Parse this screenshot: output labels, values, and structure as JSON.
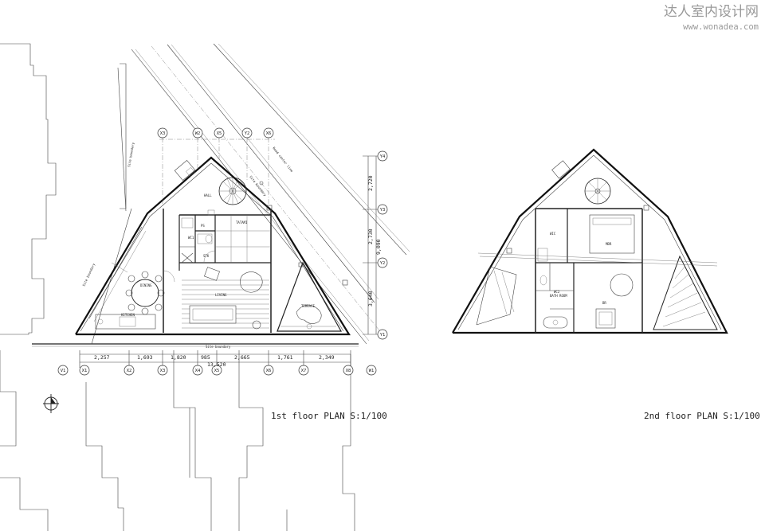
{
  "watermark": {
    "cn": "达人室内设计网",
    "url": "www.wonadea.com"
  },
  "floor1": {
    "title": "1st floor PLAN  S:1/100",
    "grid_x": [
      "X1",
      "X2",
      "X3",
      "X4",
      "X5",
      "X6",
      "X7",
      "X8"
    ],
    "grid_top": [
      "X3",
      "W2",
      "X5",
      "Y2",
      "X6"
    ],
    "grid_y": [
      "Y4",
      "Y3",
      "Y2",
      "Y1"
    ],
    "grid_w": [
      "W1",
      "V1"
    ],
    "dims_h": [
      "2,257",
      "1,693",
      "1,820",
      "985",
      "2,665",
      "1,761",
      "2,349"
    ],
    "dim_total": "13,520",
    "dims_v": [
      "2,720",
      "2,730",
      "3,640"
    ],
    "dim_v_total": "9,090",
    "rooms": {
      "hall": "HALL",
      "tatami": "TATAMI",
      "wc": "WC1",
      "ps": "PS",
      "stk": "STK",
      "dining": "DINING",
      "living": "LIVING",
      "kitchen": "KITCHEN",
      "terrace": "TERRACE"
    },
    "site_labels": [
      "Site boundary",
      "Site boundary",
      "Site boundary",
      "Site boundary",
      "Road center line"
    ]
  },
  "floor2": {
    "title": "2nd floor PLAN  S:1/100",
    "rooms": {
      "wic": "WIC",
      "mbr": "MBR",
      "wc": "WC2",
      "bath": "BATH ROOM",
      "br": "BR"
    }
  }
}
